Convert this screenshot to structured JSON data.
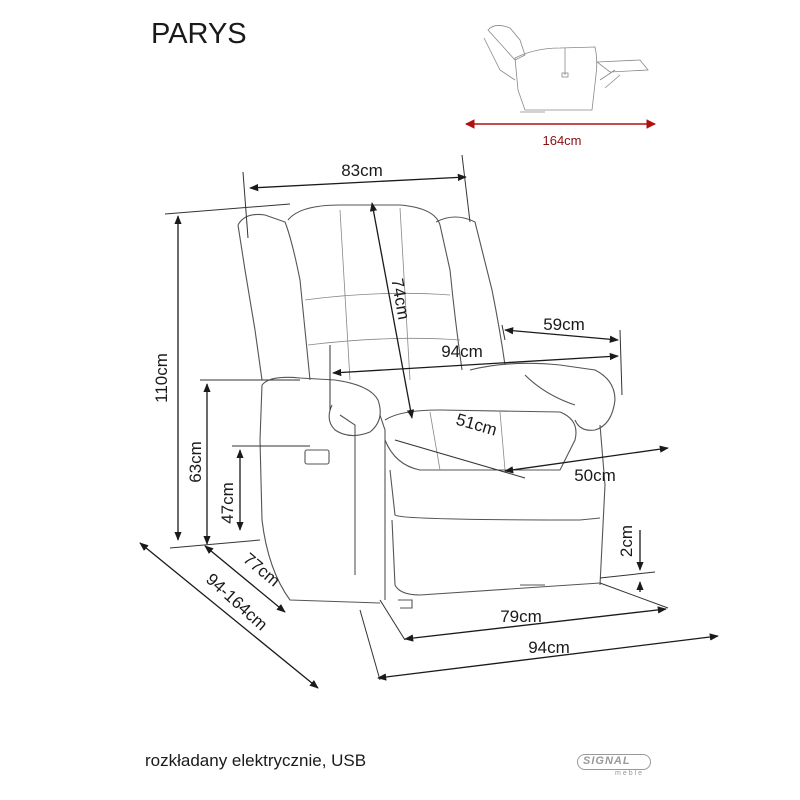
{
  "title": "PARYS",
  "caption": "rozkładany elektrycznie, USB",
  "logo": {
    "brand": "SIGNAL",
    "sub": "meble"
  },
  "reclined": {
    "label": "164cm",
    "color": "#b01010"
  },
  "dimensions": {
    "width_top": "83cm",
    "height_total": "110cm",
    "armrest_height": "63cm",
    "seat_height": "47cm",
    "backrest_height": "74cm",
    "seat_width_back": "59cm",
    "width_mid": "94cm",
    "seat_depth": "51cm",
    "seat_width_front": "50cm",
    "leg_height": "2cm",
    "depth": "77cm",
    "depth_range": "94-164cm",
    "base_width": "79cm",
    "width_bottom": "94cm"
  }
}
